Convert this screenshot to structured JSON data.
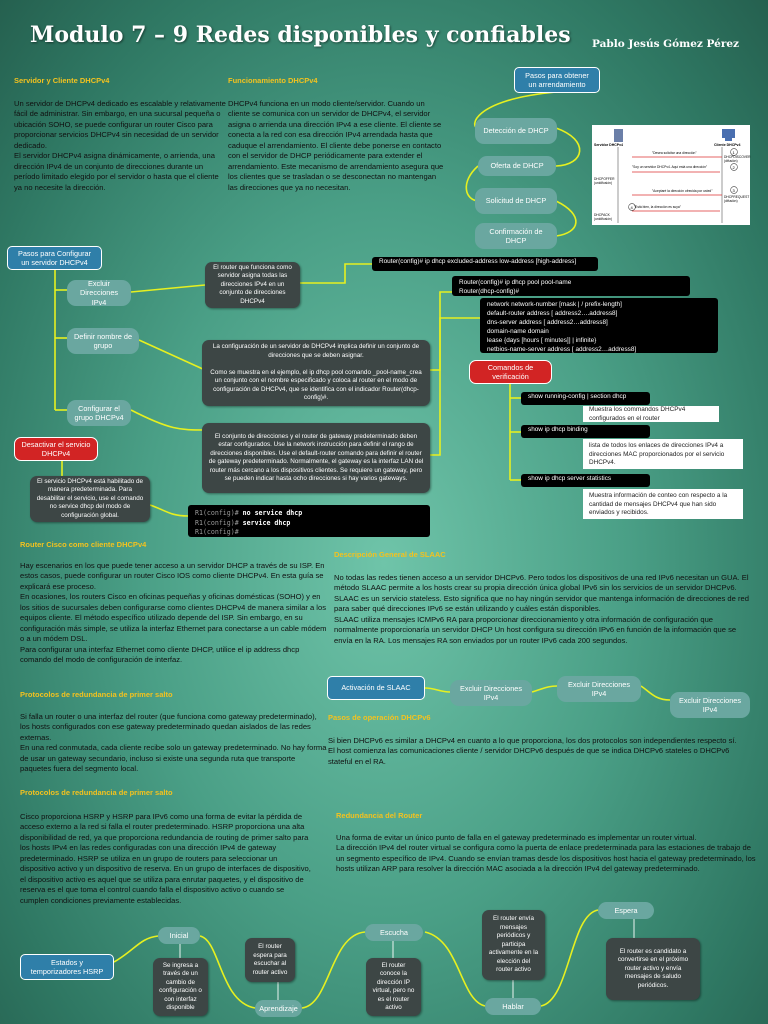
{
  "title": "Modulo 7 – 9 Redes disponibles y confiables",
  "author": "Pablo Jesús Gómez Pérez",
  "servidor": {
    "heading": "Servidor y Cliente DHCPv4",
    "text": "Un servidor de DHCPv4 dedicado es escalable y relativamente fácil de administrar. Sin embargo, en una sucursal pequeña o ubicación SOHO, se puede configurar un router Cisco para proporcionar servicios DHCPv4 sin necesidad de un servidor dedicado.\nEl servidor DHCPv4 asigna dinámicamente, o arrienda, una dirección IPv4 de un conjunto de direcciones durante un período limitado elegido por el servidor o hasta que el cliente ya no necesite la dirección."
  },
  "funcionamiento": {
    "heading": "Funcionamiento DHCPv4",
    "text": "DHCPv4 funciona en un modo cliente/servidor. Cuando un cliente se comunica con un servidor de DHCPv4, el servidor asigna o arrienda una dirección IPv4 a ese cliente. El cliente se conecta a la red con esa dirección IPv4 arrendada hasta que caduque el arrendamiento. El cliente debe ponerse en contacto con el servidor de DHCP periódicamente para extender el arrendamiento. Este mecanismo de arrendamiento asegura que los clientes que se trasladan o se desconectan no mantengan las direcciones que ya no necesitan."
  },
  "arrendamiento": {
    "title": "Pasos para obtener un arrendamiento",
    "steps": [
      "Detección de DHCP",
      "Oferta de DHCP",
      "Solicitud de DHCP",
      "Confirmación de DHCP"
    ]
  },
  "diagram": {
    "server": "Servidor DHCPv4",
    "client": "Cliente DHCPv4",
    "msg1": "\"Desea solicitar una dirección\"",
    "msg2": "\"Soy un servidor DHCPv4. Aquí está una dirección\"",
    "msg3": "\"Aceptaré la dirección ofrecida por usted\"",
    "msg4": "\"Está bien, la dirección es suya\"",
    "left2": "DHCPOFFER (unidifusión)",
    "left4": "DHCPACK (unidifusión)",
    "right1": "DHCPDISCOVER (difusión)",
    "right3": "DHCPREQUEST (difusión)",
    "n1": "1",
    "n2": "2",
    "n3": "3",
    "n4": "4"
  },
  "config": {
    "title": "Pasos para Configurar un servidor DHCPv4",
    "step1": "Excluir Direcciones IPv4",
    "step2": "Definir nombre de grupo",
    "step3": "Configurar el grupo DHCPv4",
    "desc1": "El router que funciona como servidor asigna todas las direcciones IPv4 en un conjunto de direcciones DHCPv4",
    "desc2": "La configuración de un servidor de DHCPv4 implica definir un conjunto de direcciones que se deben asignar.\n\nComo se muestra en el ejemplo, el ip dhcp pool comando _pool-name_crea un conjunto con el nombre especificado y coloca al router en el modo de configuración de DHCPv4, que se identifica con el indicador Router(dhcp-config)#.",
    "desc3": "El conjunto de direcciones y el router de gateway predeterminado deben estar configurados. Use la network instrucción para definir el rango de direcciones disponibles. Use el default-router comando para definir el router de gateway predeterminado. Normalmente, el gateway es la interfaz LAN del router más cercano a los dispositivos clientes. Se requiere un gateway, pero se pueden indicar hasta ocho direcciones si hay varios gateways.",
    "cmd1": "Router(config)# ip dhcp excluded-address low-address [high-address]",
    "cmd2": "Router(config)# ip dhcp pool pool-name\nRouter(dhcp-config)#",
    "cmd3": "network network-number [mask | / prefix-length]\ndefault-router address [ address2….address8]\ndns-server address [ address2…address8]\ndomain-name domain\nlease {days [hours [ minutes]] | infinite}\nnetbios-name-server address [ address2…address8]"
  },
  "verificacion": {
    "title": "Comandos de verificación",
    "items": [
      {
        "cmd": "show running-config | section dhcp",
        "desc": "Muestra los commandos DHCPv4 configurados en el router"
      },
      {
        "cmd": "show ip dhcp binding",
        "desc": "lista de todos los enlaces de direcciones IPv4 a direcciones MAC proporcionados por el servicio DHCPv4."
      },
      {
        "cmd": "show ip dhcp server statistics",
        "desc": "Muestra información de conteo con respecto a la cantidad de mensajes DHCPv4 que han sido enviados y recibidos."
      }
    ]
  },
  "desactivar": {
    "title": "Desactivar el servicio DHCPv4",
    "desc": "El servicio DHCPv4 está habilitado de manera predeterminada. Para desabilitar el servicio, use el comando no service dhcp del modo de configuración global.",
    "t1p": "R1(config)#",
    "t1c": "no service dhcp",
    "t2p": "R1(config)#",
    "t2c": "service dhcp",
    "t3p": "R1(config)#"
  },
  "router_cisco": {
    "heading": "Router Cisco como cliente DHCPv4",
    "text": "Hay escenarios en los que puede tener acceso a un servidor DHCP a través de su ISP. En estos casos, puede configurar un router Cisco IOS como cliente DHCPv4. En esta guía se explicará ese proceso.\nEn ocasiones, los routers Cisco en oficinas pequeñas y oficinas domésticas (SOHO) y en los sitios de sucursales deben configurarse como clientes DHCPv4 de manera similar a los equipos cliente. El método específico utilizado depende del ISP. Sin embargo, en su configuración más simple, se utiliza la interfaz Ethernet para conectarse a un cable módem o a un módem DSL.\nPara configurar una interfaz Ethernet como cliente DHCP, utilice el ip address dhcp comando del modo de configuración de interfaz."
  },
  "protocolos1": {
    "heading": "Protocolos de redundancia de primer salto",
    "text": "Si falla un router o una interfaz del router (que funciona como gateway predeterminado), los hosts configurados con ese gateway predeterminado quedan aislados de las redes externas.\nEn una red conmutada, cada cliente recibe solo un gateway predeterminado. No hay forma de usar un gateway secundario, incluso si existe una segunda ruta que transporte paquetes fuera del segmento local."
  },
  "protocolos2": {
    "heading": "Protocolos de redundancia de primer salto",
    "text": "Cisco proporciona HSRP y HSRP para IPv6 como una forma de evitar la pérdida de acceso externo a la red si falla el router predeterminado. HSRP proporciona una alta disponibilidad de red, ya que proporciona redundancia de routing de primer salto para los hosts IPv4 en las redes configuradas con una dirección IPv4 de gateway predeterminado. HSRP se utiliza en un grupo de routers para seleccionar un dispositivo activo y un dispositivo de reserva. En un grupo de interfaces de dispositivo, el dispositivo activo es aquel que se utiliza para enrutar paquetes, y el dispositivo de reserva es el que toma el control cuando falla el dispositivo activo o cuando se cumplen condiciones previamente establecidas."
  },
  "slaac": {
    "heading": "Descripción General de SLAAC",
    "text": "No todas las redes tienen acceso a un servidor DHCPv6. Pero todos los dispositivos de una red IPv6 necesitan un GUA. El método SLAAC permite a los hosts crear su propia dirección única global IPv6 sin los servicios de un servidor DHCPv6.\nSLAAC es un servicio stateless. Esto significa que no hay ningún servidor que mantenga información de direcciones de red para saber qué direcciones IPv6 se están utilizando y cuáles están disponibles.\nSLAAC utiliza mensajes ICMPv6 RA para proporcionar direccionamiento y otra información de configuración que normalmente proporcionaría un servidor DHCP Un host configura su dirección IPv6 en función de la información que se envía en la RA. Los mensajes RA son enviados por un router IPv6 cada 200 segundos.",
    "activacion": "Activación de SLAAC",
    "a": "Excluir Direcciones IPv4",
    "b": "Excluir Direcciones IPv4",
    "c": "Excluir Direcciones IPv4"
  },
  "pasos_dhcpv6": {
    "heading": "Pasos de operación DHCPv6",
    "text": "Si bien DHCPv6 es similar a DHCPv4 en cuanto a lo que proporciona, los dos protocolos son independientes respecto sí.\nEl host comienza las comunicaciones cliente / servidor DHCPv6 después de que se indica DHCPv6 stateles o DHCPv6 stateful en el RA."
  },
  "redundancia": {
    "heading": "Redundancia del Router",
    "text": "Una forma de evitar un único punto de falla en el gateway predeterminado es implementar un router virtual.\nLa dirección IPv4 del router virtual se configura como la puerta de enlace predeterminada para las estaciones de trabajo de un segmento específico de IPv4. Cuando se envían tramas desde los dispositivos host hacia el gateway predeterminado, los hosts utilizan ARP para resolver la dirección MAC asociada a la dirección IPv4 del gateway predeterminado."
  },
  "hsrp": {
    "title": "Estados y temporizadores HSRP",
    "inicial": "Inicial",
    "inicial_desc": "Se ingresa a través de un cambio de configuración o con interfaz disponible",
    "aprendizaje": "Aprendizaje",
    "aprendizaje_desc": "El router espera para escuchar al router activo",
    "escucha": "Escucha",
    "escucha_desc": "El router conoce la dirección IP virtual, pero no es el router activo",
    "hablar": "Hablar",
    "hablar_desc": "El router envía mensajes periódicos y participa activamente en la elección del router activo",
    "espera": "Espera",
    "espera_desc": "El router es candidato a convertirse en el próximo router activo y envía mensajes de saludo periódicos."
  },
  "colors": {
    "accent": "#f3c21f",
    "teal_box": "#6aa7a0",
    "navy_box": "#2f7fa9",
    "red_box": "#d22424",
    "dark_box": "#3d4645",
    "connector": "#e6f020"
  }
}
